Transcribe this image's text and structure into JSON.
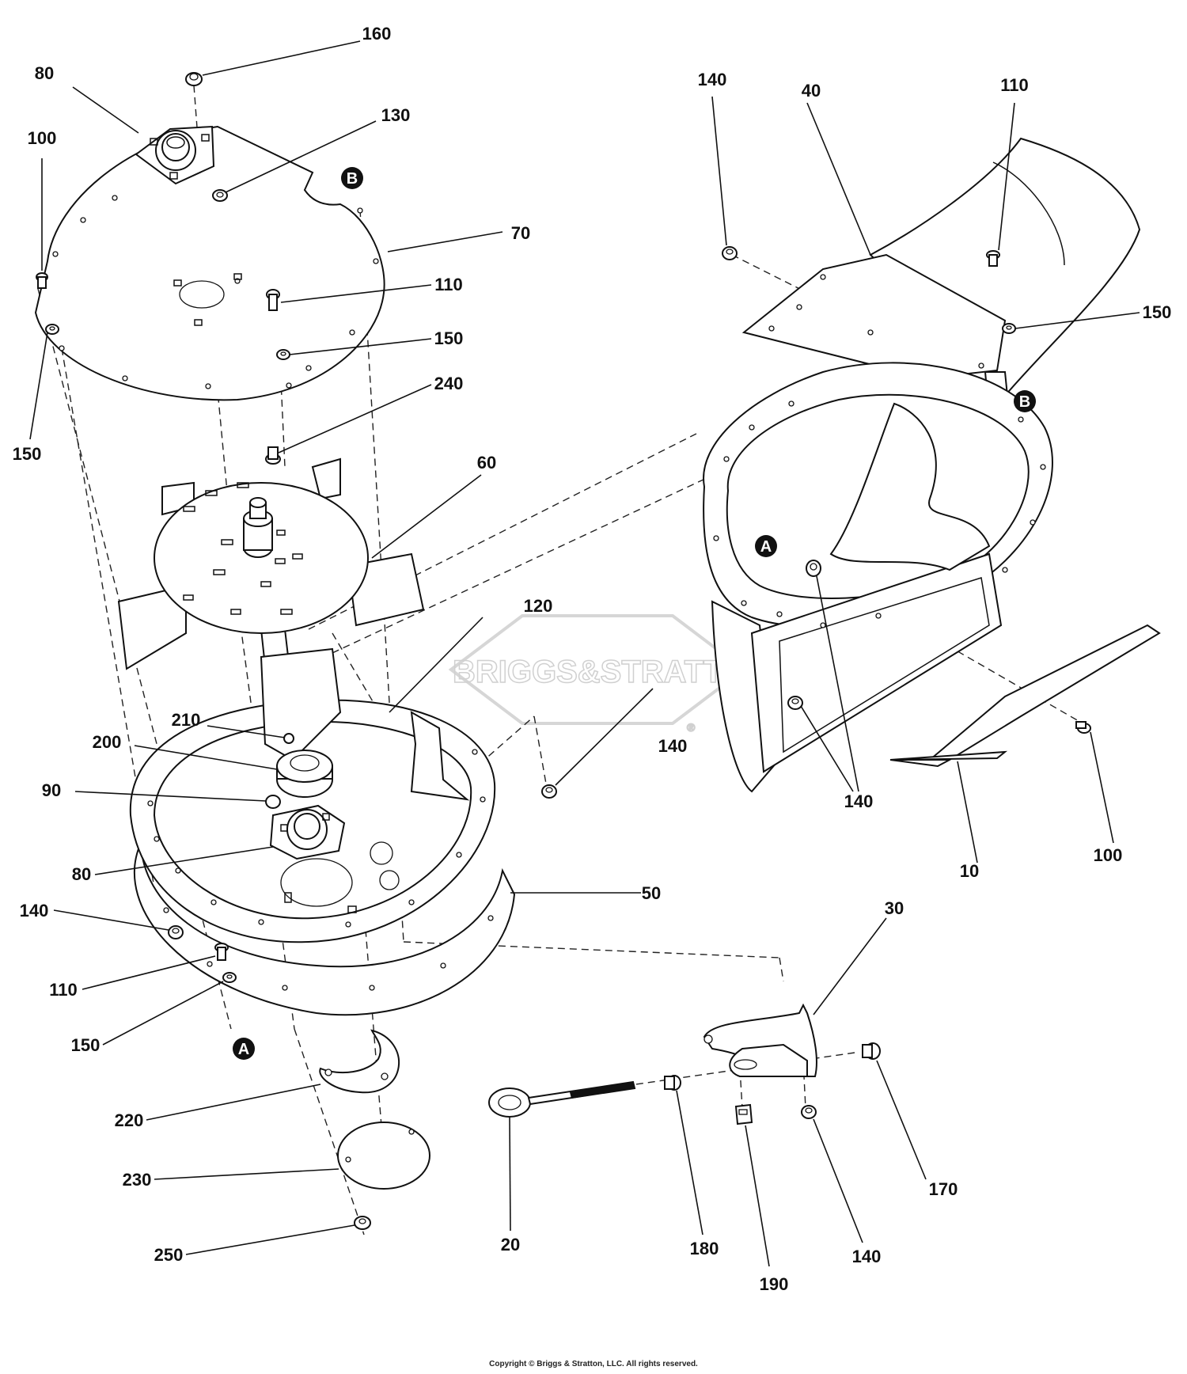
{
  "callouts": [
    {
      "id": "c160a",
      "text": "160"
    },
    {
      "id": "c80a",
      "text": "80"
    },
    {
      "id": "c130",
      "text": "130"
    },
    {
      "id": "c100a",
      "text": "100"
    },
    {
      "id": "c70",
      "text": "70"
    },
    {
      "id": "c110a",
      "text": "110"
    },
    {
      "id": "c150a",
      "text": "150"
    },
    {
      "id": "c150b",
      "text": "150"
    },
    {
      "id": "c240",
      "text": "240"
    },
    {
      "id": "c60",
      "text": "60"
    },
    {
      "id": "c120",
      "text": "120"
    },
    {
      "id": "c210",
      "text": "210"
    },
    {
      "id": "c200",
      "text": "200"
    },
    {
      "id": "c90",
      "text": "90"
    },
    {
      "id": "c80b",
      "text": "80"
    },
    {
      "id": "c50",
      "text": "50"
    },
    {
      "id": "c140a",
      "text": "140"
    },
    {
      "id": "c110b",
      "text": "110"
    },
    {
      "id": "c150c",
      "text": "150"
    },
    {
      "id": "c220",
      "text": "220"
    },
    {
      "id": "c230",
      "text": "230"
    },
    {
      "id": "c250",
      "text": "250"
    },
    {
      "id": "c140b",
      "text": "140"
    },
    {
      "id": "c40",
      "text": "40"
    },
    {
      "id": "c110c",
      "text": "110"
    },
    {
      "id": "c150d",
      "text": "150"
    },
    {
      "id": "c140c",
      "text": "140"
    },
    {
      "id": "c140d",
      "text": "140"
    },
    {
      "id": "c10",
      "text": "10"
    },
    {
      "id": "c100b",
      "text": "100"
    },
    {
      "id": "c30",
      "text": "30"
    },
    {
      "id": "c170",
      "text": "170"
    },
    {
      "id": "c20",
      "text": "20"
    },
    {
      "id": "c180",
      "text": "180"
    },
    {
      "id": "c190",
      "text": "190"
    },
    {
      "id": "c140e",
      "text": "140"
    }
  ],
  "markers": {
    "a": "A",
    "b": "B"
  },
  "watermark": {
    "text": "BRIGGS&STRATTON",
    "reg": "®"
  },
  "copyright": "Copyright © Briggs & Stratton, LLC. All rights reserved."
}
